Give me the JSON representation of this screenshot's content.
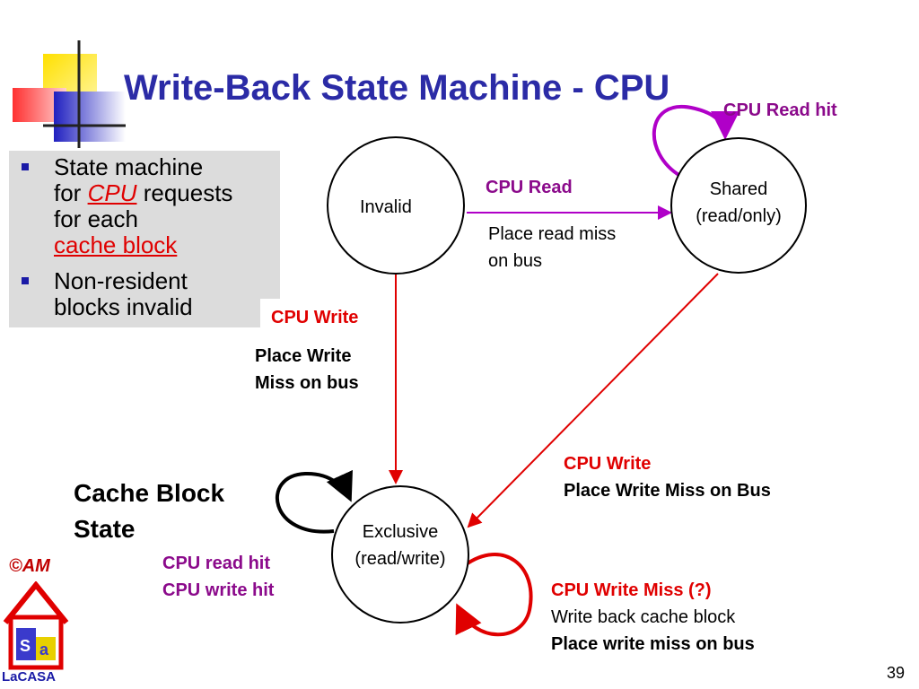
{
  "title": "Write-Back State Machine - CPU",
  "bullets": {
    "b1_line1": "State machine",
    "b1_for": "for ",
    "b1_cpu": "CPU",
    "b1_requests": " requests",
    "b1_line3": "for each",
    "b1_link": "cache block",
    "b2_line1": "Non-resident",
    "b2_line2": "blocks invalid"
  },
  "states": {
    "invalid": "Invalid",
    "shared_line1": "Shared",
    "shared_line2": "(read/only)",
    "exclusive_line1": "Exclusive",
    "exclusive_line2": "(read/write)"
  },
  "labels": {
    "cpu_read_hit": "CPU Read hit",
    "cpu_read": "CPU Read",
    "place_read_miss_1": "Place read miss",
    "place_read_miss_2": "on bus",
    "cpu_write_left": "CPU Write",
    "place_write_1": "Place Write",
    "place_write_2": "Miss on bus",
    "cpu_write_right": "CPU Write",
    "place_write_miss_bus": "Place Write Miss on Bus",
    "cache_block_1": "Cache Block",
    "cache_block_2": "State",
    "cpu_read_hit_lower": "CPU read hit",
    "cpu_write_hit": "CPU write hit",
    "cpu_write_miss": "CPU Write Miss (?)",
    "write_back": "Write back cache block",
    "place_write_miss_bus2": "Place write miss on bus"
  },
  "footer": {
    "copyright": "©AM",
    "logo_text": "LaCASA",
    "page_number": "39"
  },
  "colors": {
    "title": "#2b2ba6",
    "red": "#e00000",
    "purple": "#8b0a8b",
    "magenta_arrow": "#b000c8"
  }
}
